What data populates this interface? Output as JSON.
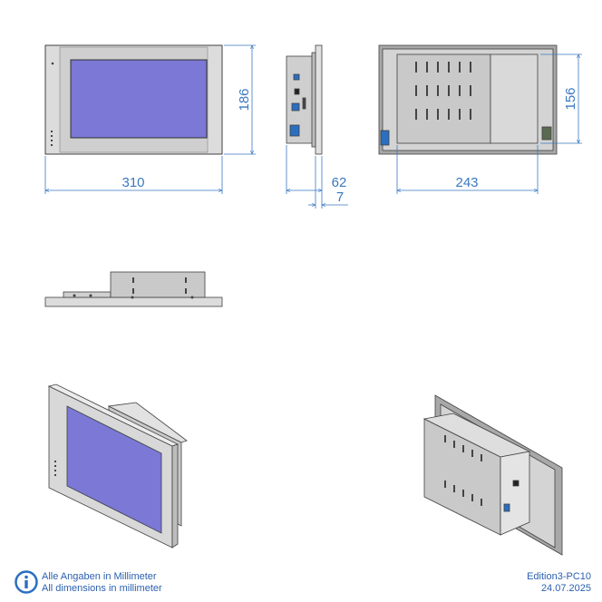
{
  "dimensions": {
    "width": "310",
    "height": "186",
    "depth": "62",
    "bezel": "7",
    "back_width": "243",
    "back_height": "156"
  },
  "footer": {
    "note_de": "Alle Angaben in Millimeter",
    "note_en": "All dimensions in millimeter",
    "edition": "Edition3-PC10",
    "date": "24.07.2025"
  },
  "colors": {
    "dimension_line": "#3a78c0",
    "screen": "#7b78d6",
    "frame": "#d8d8d8",
    "outline": "#404040",
    "info_icon": "#2a6fc0"
  },
  "icons": {
    "info": "info-circle-icon"
  }
}
